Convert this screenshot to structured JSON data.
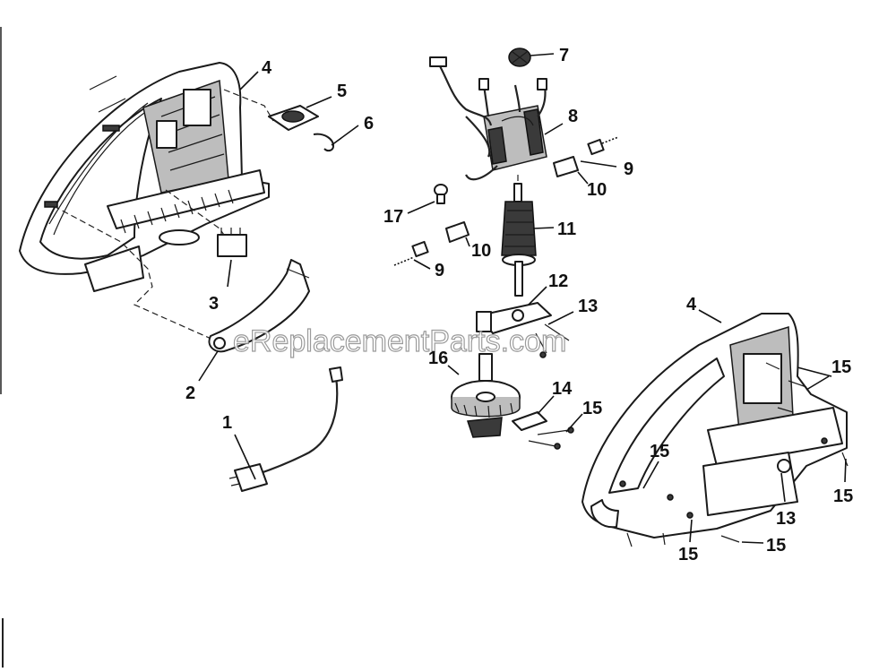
{
  "watermark": "eReplacementParts.com",
  "callouts": [
    {
      "id": "c1",
      "label": "1"
    },
    {
      "id": "c2",
      "label": "2"
    },
    {
      "id": "c3",
      "label": "3"
    },
    {
      "id": "c4a",
      "label": "4"
    },
    {
      "id": "c4b",
      "label": "4"
    },
    {
      "id": "c5",
      "label": "5"
    },
    {
      "id": "c6",
      "label": "6"
    },
    {
      "id": "c7",
      "label": "7"
    },
    {
      "id": "c8",
      "label": "8"
    },
    {
      "id": "c9a",
      "label": "9"
    },
    {
      "id": "c9b",
      "label": "9"
    },
    {
      "id": "c10a",
      "label": "10"
    },
    {
      "id": "c10b",
      "label": "10"
    },
    {
      "id": "c11",
      "label": "11"
    },
    {
      "id": "c12",
      "label": "12"
    },
    {
      "id": "c13a",
      "label": "13"
    },
    {
      "id": "c13b",
      "label": "13"
    },
    {
      "id": "c14",
      "label": "14"
    },
    {
      "id": "c15a",
      "label": "15"
    },
    {
      "id": "c15b",
      "label": "15"
    },
    {
      "id": "c15c",
      "label": "15"
    },
    {
      "id": "c15d",
      "label": "15"
    },
    {
      "id": "c15e",
      "label": "15"
    },
    {
      "id": "c15f",
      "label": "15"
    },
    {
      "id": "c16",
      "label": "16"
    },
    {
      "id": "c17",
      "label": "17"
    }
  ]
}
